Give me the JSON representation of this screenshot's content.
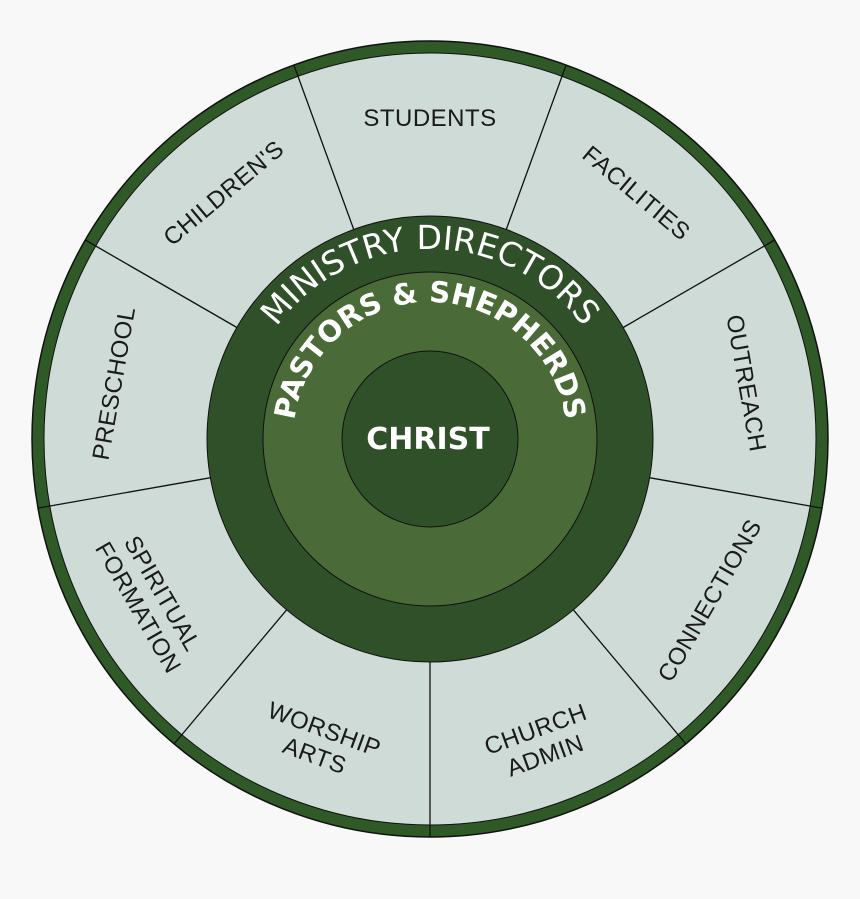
{
  "center": {
    "label": "CHRIST"
  },
  "inner_ring": {
    "label": "PASTORS & SHEPHERDS"
  },
  "middle_ring": {
    "label": "MINISTRY DIRECTORS"
  },
  "segments": [
    {
      "lines": [
        "STUDENTS"
      ]
    },
    {
      "lines": [
        "FACILITIES"
      ]
    },
    {
      "lines": [
        "OUTREACH"
      ]
    },
    {
      "lines": [
        "CONNECTIONS"
      ]
    },
    {
      "lines": [
        "CHURCH",
        "ADMIN"
      ]
    },
    {
      "lines": [
        "WORSHIP",
        "ARTS"
      ]
    },
    {
      "lines": [
        "SPIRITUAL",
        "FORMATION"
      ]
    },
    {
      "lines": [
        "PRESCHOOL"
      ]
    },
    {
      "lines": [
        "CHILDREN'S"
      ]
    }
  ],
  "colors": {
    "outer_ring": "#2f5a28",
    "segment_fill": "#cedbd6",
    "middle_ring": "#30502a",
    "inner_ring": "#4a6b37",
    "center": "#30502a"
  }
}
